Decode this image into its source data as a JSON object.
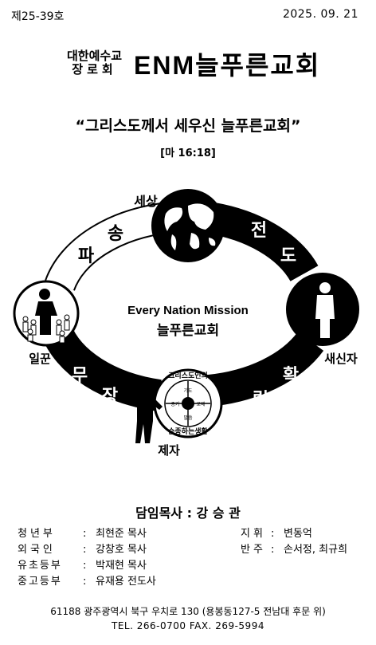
{
  "header": {
    "issue": "제25-39호",
    "date": "2025. 09. 21"
  },
  "masthead": {
    "denomination_line1": "대한예수교",
    "denomination_line2": "장로회",
    "church_name": "ENM늘푸른교회"
  },
  "motto": "“그리스도께서 세우신 늘푸른교회”",
  "verse": "[마 16:18]",
  "diagram": {
    "center_line1": "Every Nation Mission",
    "center_line2": "늘푸른교회",
    "label_world": "세상",
    "label_new_believer": "새신자",
    "label_disciple": "제자",
    "label_army": "일꾼",
    "arc_dispatch": [
      "파",
      "송"
    ],
    "arc_evangelism": [
      "전",
      "도"
    ],
    "arc_establish": [
      "확",
      "립"
    ],
    "arc_arming": [
      "무",
      "장"
    ],
    "emblem_top": "그리스도인의",
    "emblem_bottom": "순종하는생활",
    "emblem_left": "증거",
    "emblem_right": "교제",
    "emblem_up": "기도",
    "emblem_down": "말씀"
  },
  "pastor": "담임목사 : 강 승 관",
  "staff": [
    {
      "role": "청년부",
      "name": "최현준 목사"
    },
    {
      "role": "외국인",
      "name": "강창호 목사"
    },
    {
      "role": "유초등부",
      "name": "박재현 목사"
    },
    {
      "role": "중고등부",
      "name": "유재용 전도사"
    }
  ],
  "staff_right": [
    {
      "role": "지휘",
      "name": "변동억"
    },
    {
      "role": "반주",
      "name": "손서정, 최규희"
    }
  ],
  "footer": {
    "address": "61188 광주광역시 북구 우치로 130 (용봉동127-5 전남대 후문 위)",
    "tel": "TEL. 266-0700   FAX. 269-5994"
  }
}
